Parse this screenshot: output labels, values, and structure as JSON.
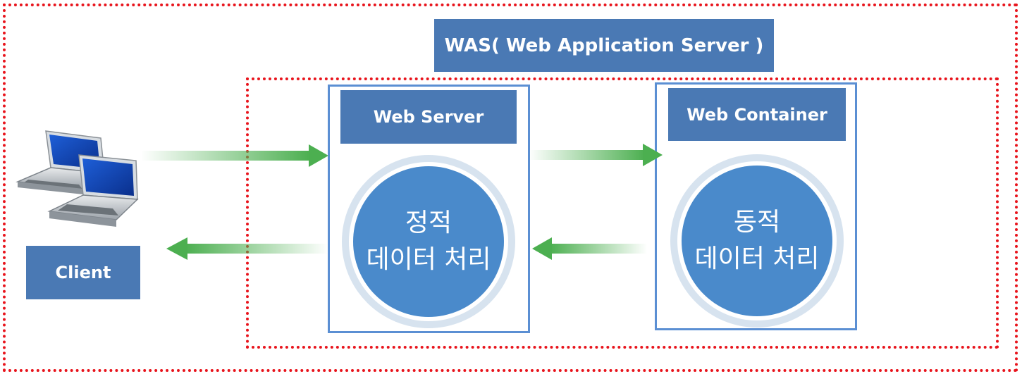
{
  "was": {
    "label": "WAS( Web Application Server )"
  },
  "web_server": {
    "label": "Web Server",
    "process": [
      "정적",
      "데이터 처리"
    ]
  },
  "web_container": {
    "label": "Web Container",
    "process": [
      "동적",
      "데이터 처리"
    ]
  },
  "client": {
    "label": "Client"
  },
  "colors": {
    "box": "#4a79b4",
    "frame": "#5b8fd3",
    "disc": "#4a8acb",
    "ring": "#d7e3ef",
    "dotted": "#e8141c",
    "arrow": "#4caf50"
  }
}
